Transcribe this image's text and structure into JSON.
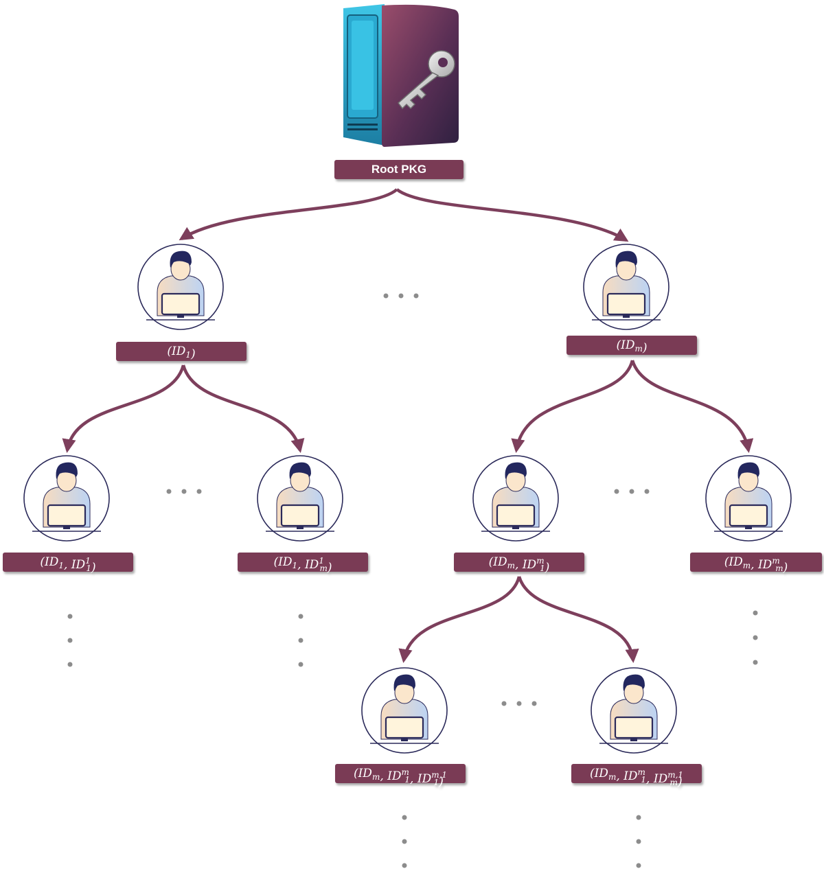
{
  "root": {
    "label": "Root PKG",
    "icon": "server-with-key-icon"
  },
  "nodes": {
    "id1": {
      "label": "(ID_1)",
      "icon": "user-at-computer-icon"
    },
    "idm": {
      "label": "(ID_m)",
      "icon": "user-at-computer-icon"
    },
    "id1_id11": {
      "label": "(ID_1, ID_1^1)",
      "icon": "user-at-computer-icon"
    },
    "id1_id1m": {
      "label": "(ID_1, ID_m^1)",
      "icon": "user-at-computer-icon"
    },
    "idm_id1m": {
      "label": "(ID_m, ID_1^m)",
      "icon": "user-at-computer-icon"
    },
    "idm_idmm": {
      "label": "(ID_m, ID_m^m)",
      "icon": "user-at-computer-icon"
    },
    "idm_id1m_id1m1": {
      "label": "(ID_m, ID_1^m, ID_1^{m,1})",
      "icon": "user-at-computer-icon"
    },
    "idm_id1m_idmm1": {
      "label": "(ID_m, ID_1^m, ID_m^{m,1})",
      "icon": "user-at-computer-icon"
    }
  },
  "colors": {
    "label_fill": "#7a3a55",
    "arrow": "#7d3f5c",
    "ellipsis": "#8c8c8c",
    "circle_stroke": "#2b2a5a",
    "hair": "#23275e",
    "shirt": "#c9dbf5",
    "skin": "#fbe6cc",
    "monitor": "#fff4dc"
  }
}
